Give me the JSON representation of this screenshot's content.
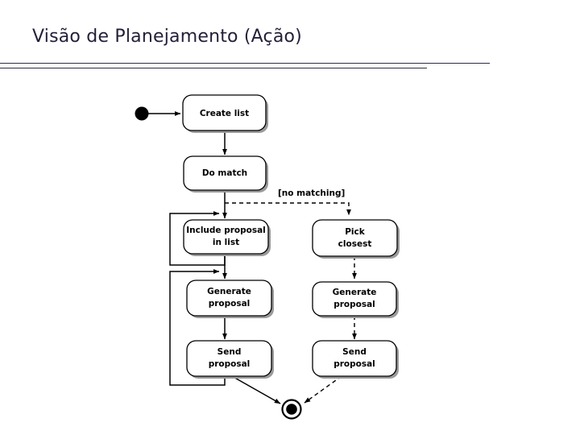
{
  "slide": {
    "title": "Visão de Planejamento (Ação)",
    "title_color": "#231f38",
    "rule_color": "#2e2a44",
    "background": "#ffffff"
  },
  "diagram": {
    "type": "uml-activity-diagram",
    "nodes": [
      {
        "id": "initial",
        "kind": "initial-state",
        "label": ""
      },
      {
        "id": "create-list",
        "kind": "action-state",
        "label": "Create list"
      },
      {
        "id": "do-match",
        "kind": "action-state",
        "label": "Do match"
      },
      {
        "id": "include-proposal",
        "kind": "action-state",
        "label": "Include proposal",
        "label2": "in list"
      },
      {
        "id": "pick-closest",
        "kind": "action-state",
        "label": "Pick",
        "label2": "closest"
      },
      {
        "id": "generate-left",
        "kind": "action-state",
        "label": "Generate",
        "label2": "proposal"
      },
      {
        "id": "generate-right",
        "kind": "action-state",
        "label": "Generate",
        "label2": "proposal"
      },
      {
        "id": "send-left",
        "kind": "action-state",
        "label": "Send",
        "label2": "proposal"
      },
      {
        "id": "send-right",
        "kind": "action-state",
        "label": "Send",
        "label2": "proposal"
      },
      {
        "id": "final",
        "kind": "final-state",
        "label": ""
      }
    ],
    "guards": [
      {
        "id": "no-matching",
        "label": "[no matching]"
      }
    ]
  }
}
